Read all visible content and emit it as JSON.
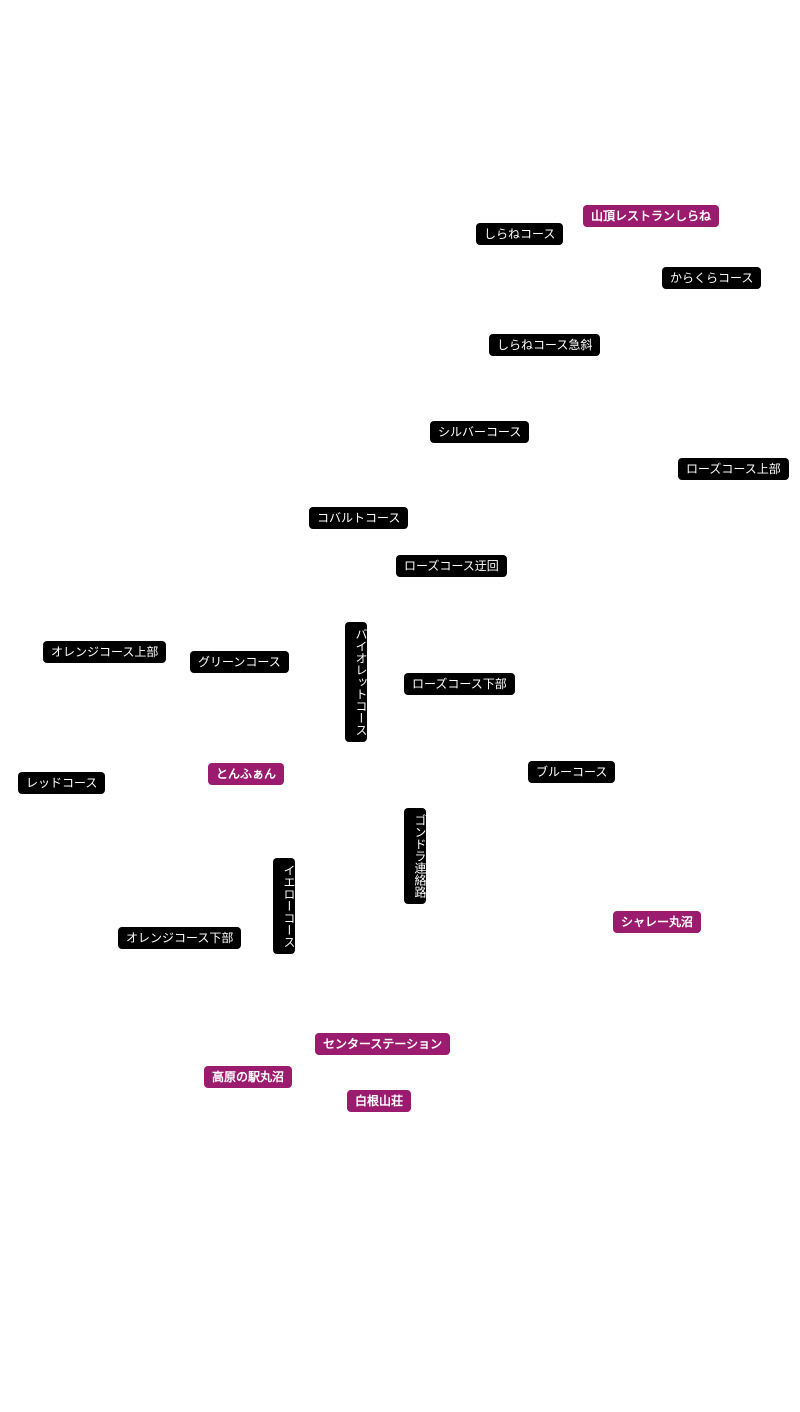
{
  "map": {
    "courses": {
      "shirane": "しらねコース",
      "karakura": "からくらコース",
      "shirane_steep": "しらねコース急斜",
      "silver": "シルバーコース",
      "rose_upper": "ローズコース上部",
      "cobalt": "コバルトコース",
      "rose_detour": "ローズコース迂回",
      "orange_upper": "オレンジコース上部",
      "green": "グリーンコース",
      "violet": "バイオレットコース",
      "rose_lower": "ローズコース下部",
      "red": "レッドコース",
      "blue": "ブルーコース",
      "gondola": "ゴンドラ連絡路",
      "yellow": "イエローコース",
      "orange_lower": "オレンジコース下部"
    },
    "facilities": {
      "summit_restaurant": "山頂レストランしらね",
      "tonfuan": "とんふぁん",
      "chalet_marunuma": "シャレー丸沼",
      "center_station": "センターステーション",
      "kogen_station": "高原の駅丸沼",
      "shirane_sanso": "白根山荘"
    }
  },
  "colors": {
    "course_label_bg": "#000000",
    "facility_label_bg": "#9b1b6e",
    "label_text": "#ffffff",
    "background": "#ffffff"
  }
}
